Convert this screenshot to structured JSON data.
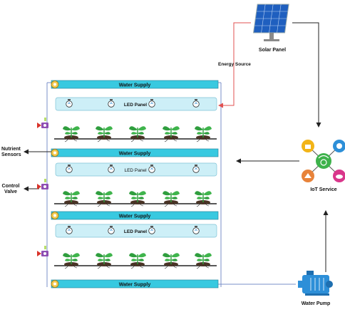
{
  "labels": {
    "solar_panel": "Solar Panel",
    "energy_source": "Energy Source",
    "iot_service": "IoT Service",
    "water_pump": "Water Pump",
    "nutrient_sensors": "Nutrient\nSensors",
    "control_valve": "Control\nValve"
  },
  "tiers": [
    {
      "water_supply": "Water Supply",
      "led_panel": "LED Panel"
    },
    {
      "water_supply": "Water Supply",
      "led_panel": "LED Panel"
    },
    {
      "water_supply": "Water Supply",
      "led_panel": "LED Panel"
    }
  ],
  "bottom_water_supply": "Water Supply",
  "colors": {
    "supply_bar": "#38c9e0",
    "led_panel": "#cdeff7",
    "plant_green": "#2f9e3e",
    "energy_line": "#e05050",
    "water_line": "#7a8fc8",
    "pump": "#2d8fd8"
  },
  "icons": [
    "solar-panel-icon",
    "bulb-icon",
    "plant-icon",
    "iot-hub-icon",
    "pump-icon",
    "valve-icon",
    "sensor-icon"
  ]
}
